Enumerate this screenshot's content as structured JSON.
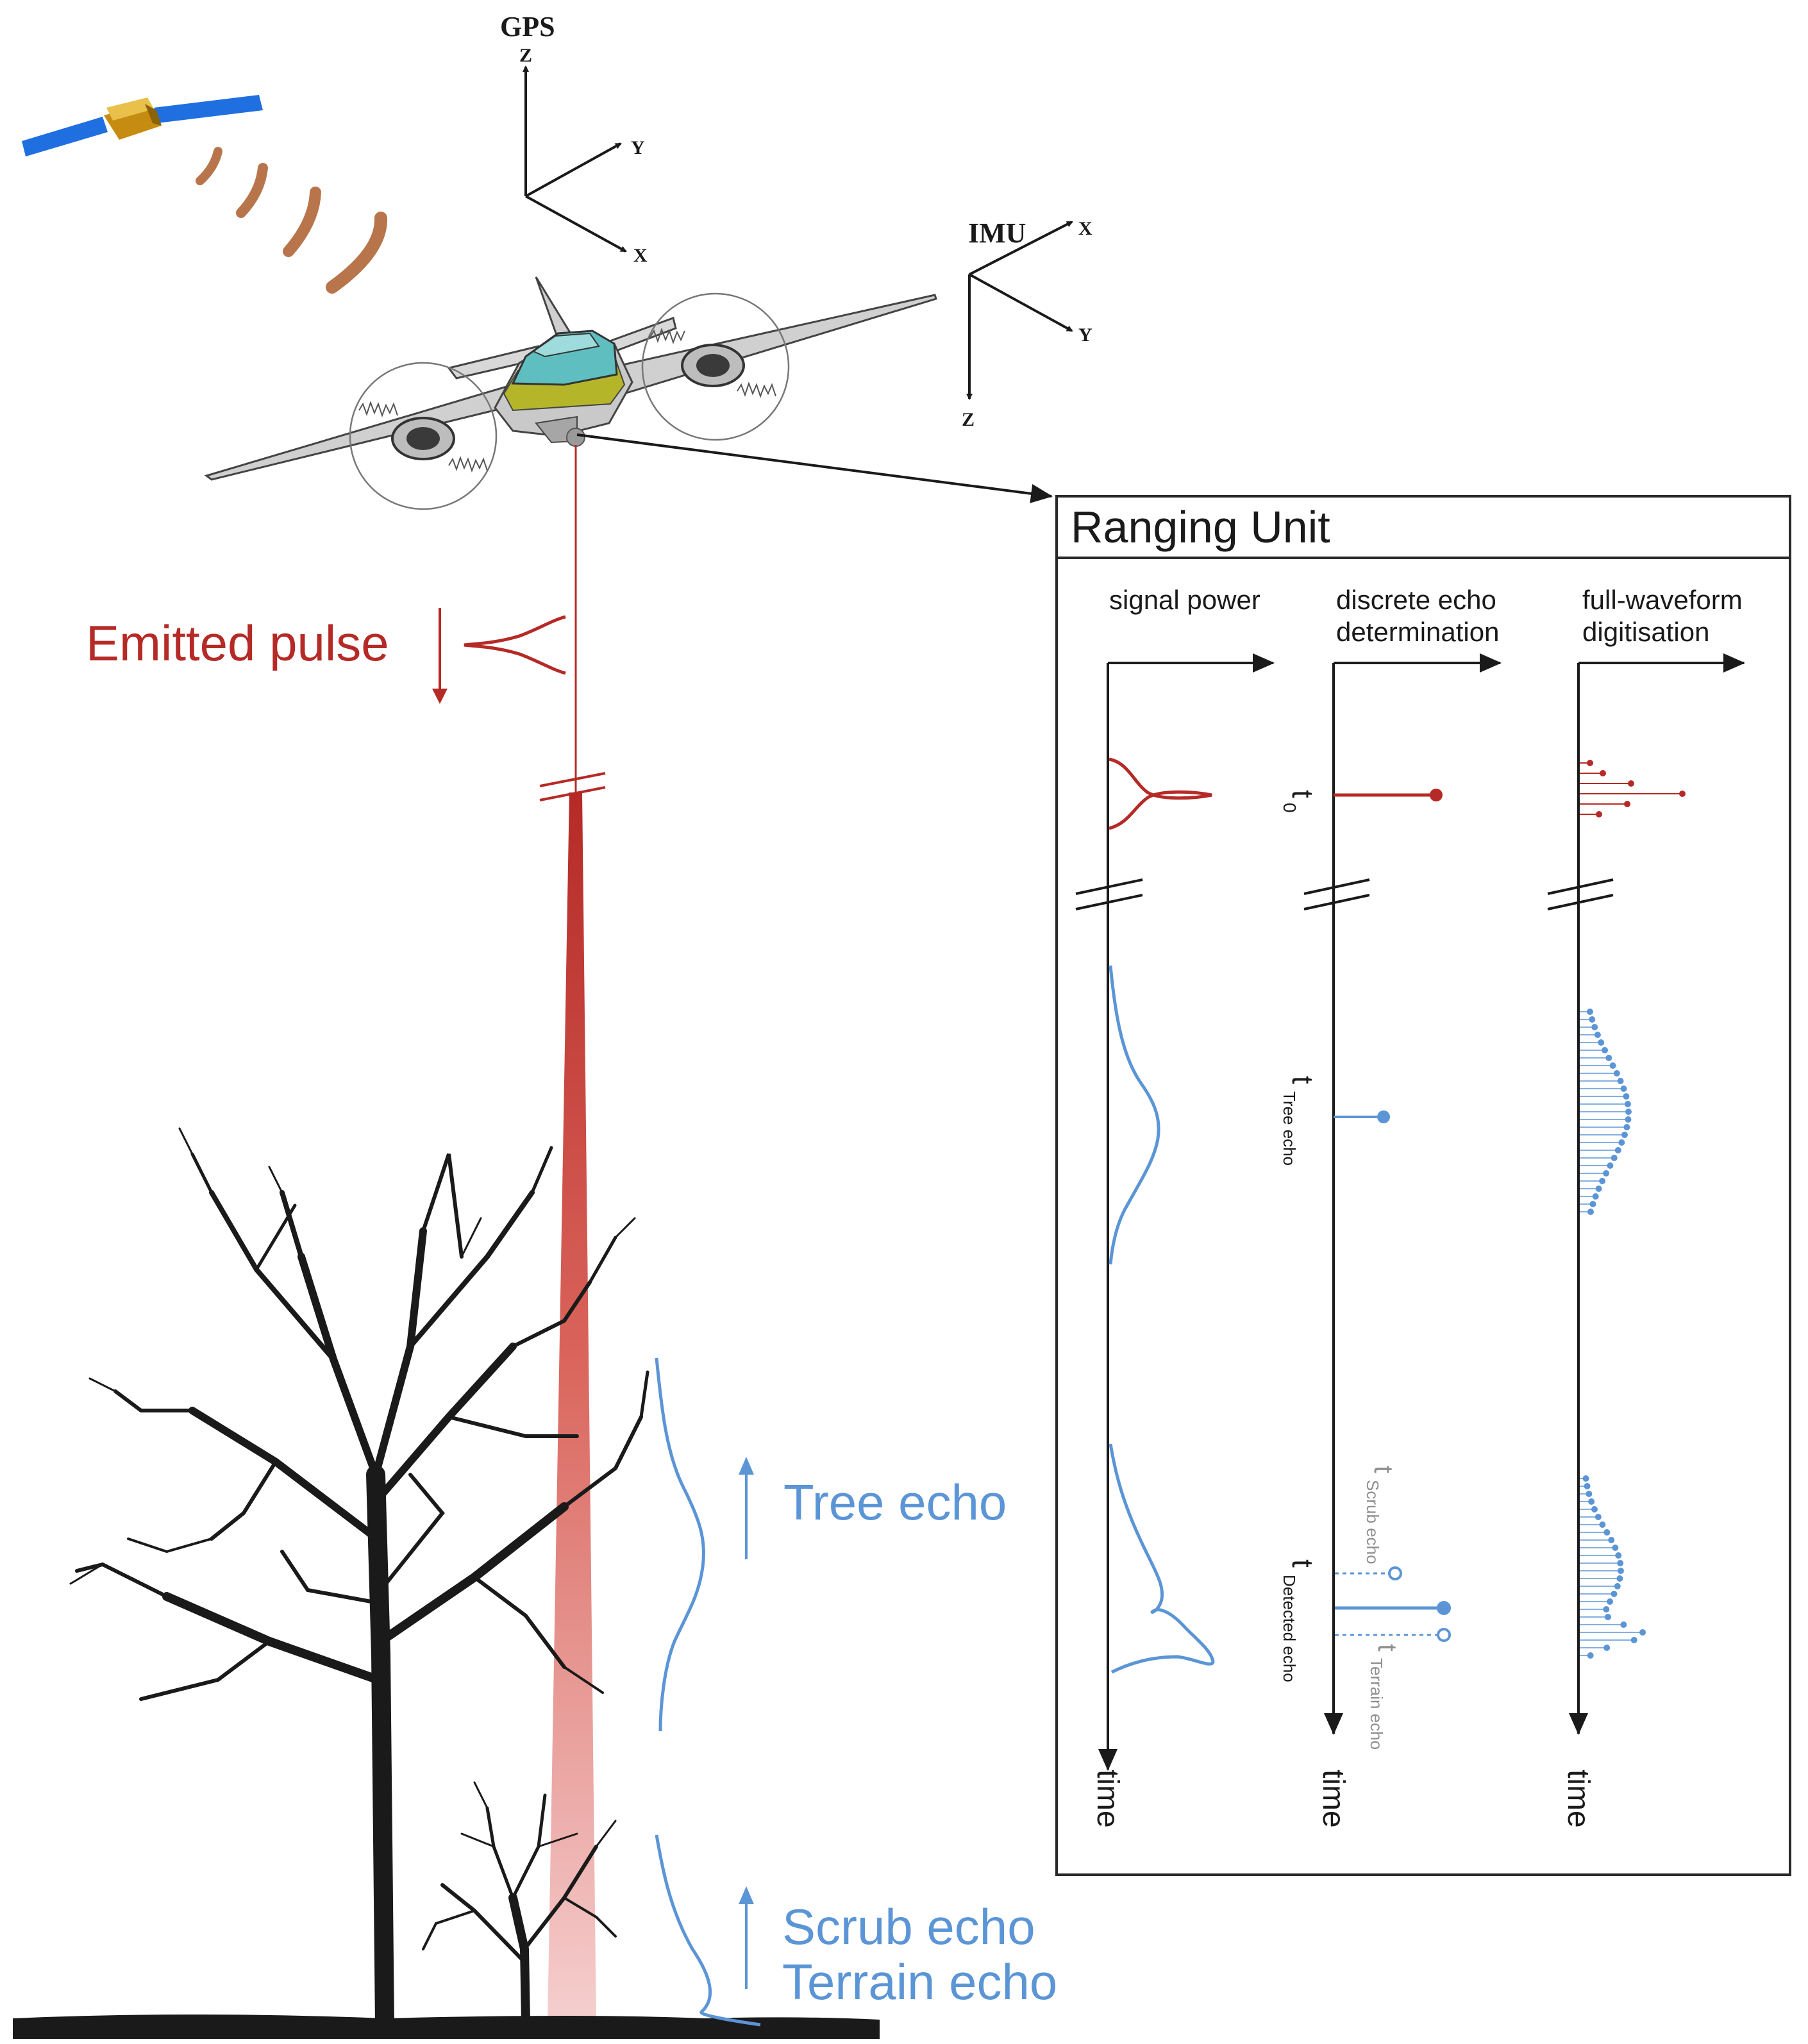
{
  "colors": {
    "red": "#b52a26",
    "blue": "#5b95d6",
    "black": "#1a1a1a",
    "grey": "#8f8f8f",
    "panel_border": "#2a2a2a",
    "satellite_panel": "#1f6fe0",
    "satellite_body": "#d4a017",
    "signal_waves": "#b8754b",
    "cockpit": "#5fbfc0",
    "cockpit_band": "#b5b52a"
  },
  "icons": [
    "satellite-icon",
    "aircraft-icon",
    "tree-icon",
    "shrub-icon",
    "ground-icon"
  ],
  "gps": {
    "label": "GPS",
    "axis_z": "Z",
    "axis_y": "Y",
    "axis_x": "X"
  },
  "imu": {
    "label": "IMU",
    "axis_x": "X",
    "axis_y": "Y",
    "axis_z": "Z"
  },
  "emitted_pulse": {
    "label": "Emitted pulse"
  },
  "tree_echo": {
    "label": "Tree echo"
  },
  "scrub_echo": {
    "label": "Scrub echo"
  },
  "terrain_echo": {
    "label": "Terrain echo"
  },
  "ranging_unit": {
    "title": "Ranging Unit",
    "col1": {
      "header": "signal power",
      "axis": "time"
    },
    "col2": {
      "header_line1": "discrete echo",
      "header_line2": "determination",
      "axis": "time",
      "t0": {
        "t": "t",
        "sub": "0"
      },
      "t_tree": {
        "t": "t",
        "sub": "Tree echo"
      },
      "t_scrub": {
        "t": "t",
        "sub": "Scrub echo"
      },
      "t_detected": {
        "t": "t",
        "sub": "Detected echo"
      },
      "t_terrain": {
        "t": "t",
        "sub": "Terrain echo"
      }
    },
    "col3": {
      "header_line1": "full-waveform",
      "header_line2": "digitisation",
      "axis": "time"
    }
  }
}
